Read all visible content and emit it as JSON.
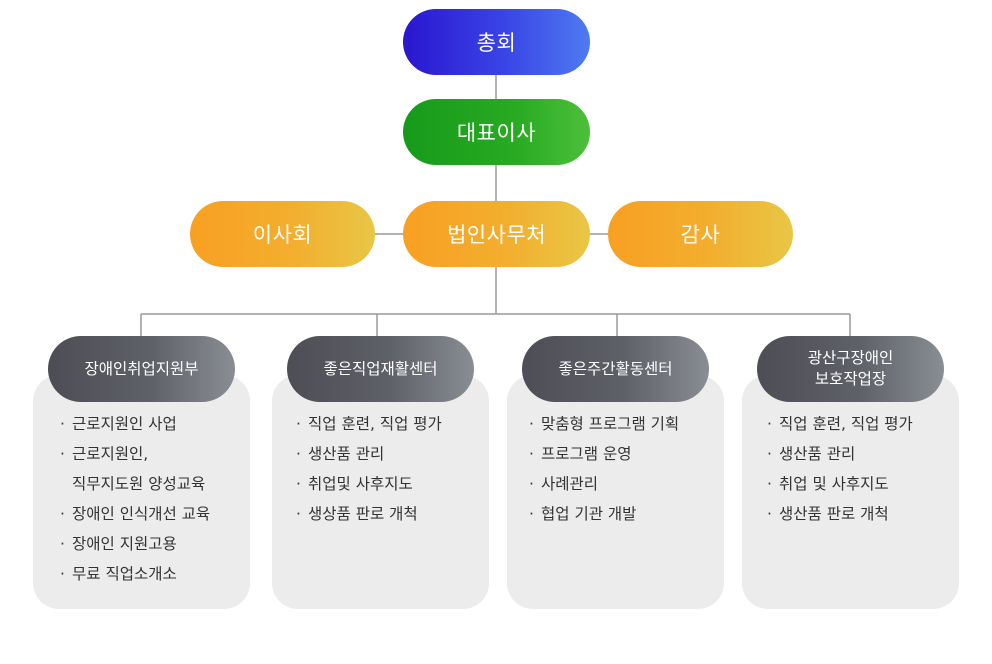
{
  "top": {
    "assembly": "총회",
    "ceo": "대표이사"
  },
  "middle": {
    "board": "이사회",
    "office": "법인사무처",
    "audit": "감사"
  },
  "colors": {
    "assembly": "#2a16cf",
    "ceo": "#169a1a",
    "middle": "#f8a022",
    "dept_header": "#4d4d55",
    "dept_body": "#ececec",
    "connector": "#9a9a9a"
  },
  "departments": [
    {
      "name": "장애인취업지원부",
      "items": [
        {
          "lines": [
            "근로지원인 사업"
          ]
        },
        {
          "lines": [
            "근로지원인,",
            "직무지도원 양성교육"
          ]
        },
        {
          "lines": [
            "장애인 인식개선 교육"
          ]
        },
        {
          "lines": [
            "장애인 지원고용"
          ]
        },
        {
          "lines": [
            "무료 직업소개소"
          ]
        }
      ]
    },
    {
      "name": "좋은직업재활센터",
      "items": [
        {
          "lines": [
            "직업 훈련, 직업 평가"
          ]
        },
        {
          "lines": [
            "생산품 관리"
          ]
        },
        {
          "lines": [
            "취업및 사후지도"
          ]
        },
        {
          "lines": [
            "생상품 판로 개척"
          ]
        }
      ]
    },
    {
      "name": "좋은주간활동센터",
      "items": [
        {
          "lines": [
            "맞춤형 프로그램 기획"
          ]
        },
        {
          "lines": [
            "프로그램 운영"
          ]
        },
        {
          "lines": [
            "사례관리"
          ]
        },
        {
          "lines": [
            "협업 기관 개발"
          ]
        }
      ]
    },
    {
      "name": "광산구장애인\n보호작업장",
      "items": [
        {
          "lines": [
            "직업 훈련, 직업 평가"
          ]
        },
        {
          "lines": [
            "생산품 관리"
          ]
        },
        {
          "lines": [
            "취업 및 사후지도"
          ]
        },
        {
          "lines": [
            "생산품 판로 개척"
          ]
        }
      ]
    }
  ],
  "bullet": "·"
}
